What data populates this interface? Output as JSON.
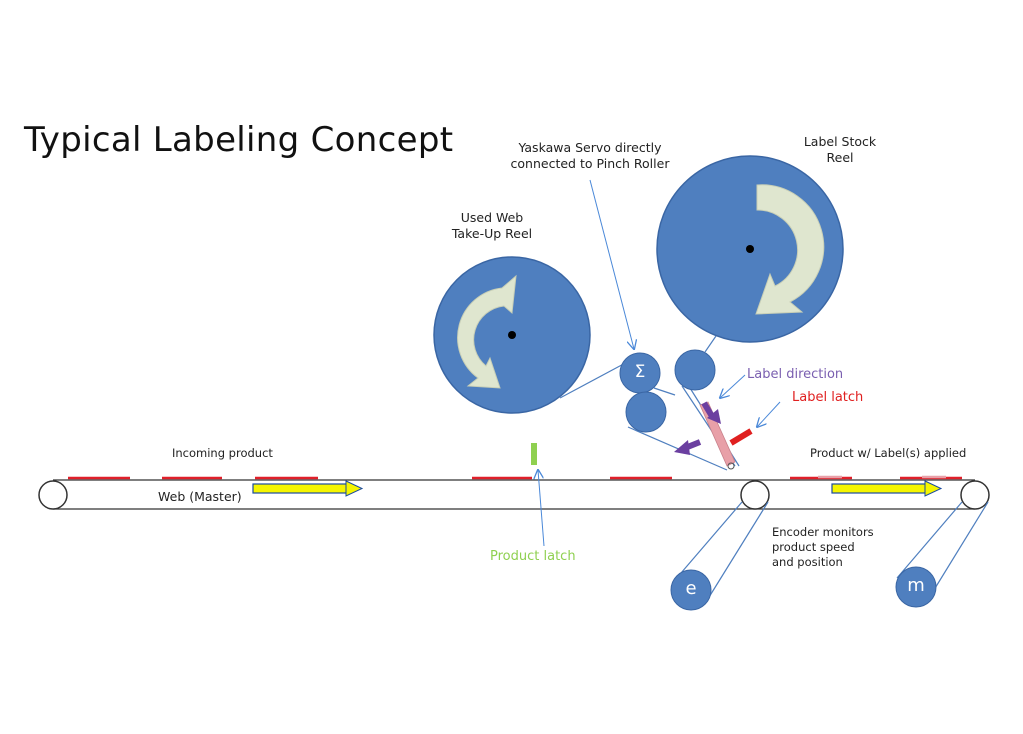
{
  "title": "Typical Labeling Concept",
  "labels": {
    "servo_line1": "Yaskawa Servo directly",
    "servo_line2": "connected to Pinch Roller",
    "stock_reel_line1": "Label Stock",
    "stock_reel_line2": "Reel",
    "takeup_reel_line1": "Used Web",
    "takeup_reel_line2": "Take-Up Reel",
    "label_direction": "Label direction",
    "label_latch": "Label latch",
    "incoming_product": "Incoming  product",
    "product_applied": "Product w/ Label(s) applied",
    "web_master": "Web (Master)",
    "product_latch": "Product latch",
    "encoder_line1": "Encoder monitors",
    "encoder_line2": "product speed",
    "encoder_line3": "and position",
    "servo_symbol": "Σ",
    "encoder_symbol": "e",
    "motor_symbol": "m"
  },
  "colors": {
    "roller_blue": "#4f7fbf",
    "arrow_cream": "#dfe6cf",
    "label_direction_text": "#7a5fb0",
    "label_latch_text": "#e02020",
    "product_latch_text": "#8fd050",
    "product_red": "#e0202a",
    "label_pink": "#e8a0a8",
    "arrow_yellow": "#f5f500",
    "arrow_purple": "#6b3fa0",
    "leader_blue": "#4a88d8"
  }
}
